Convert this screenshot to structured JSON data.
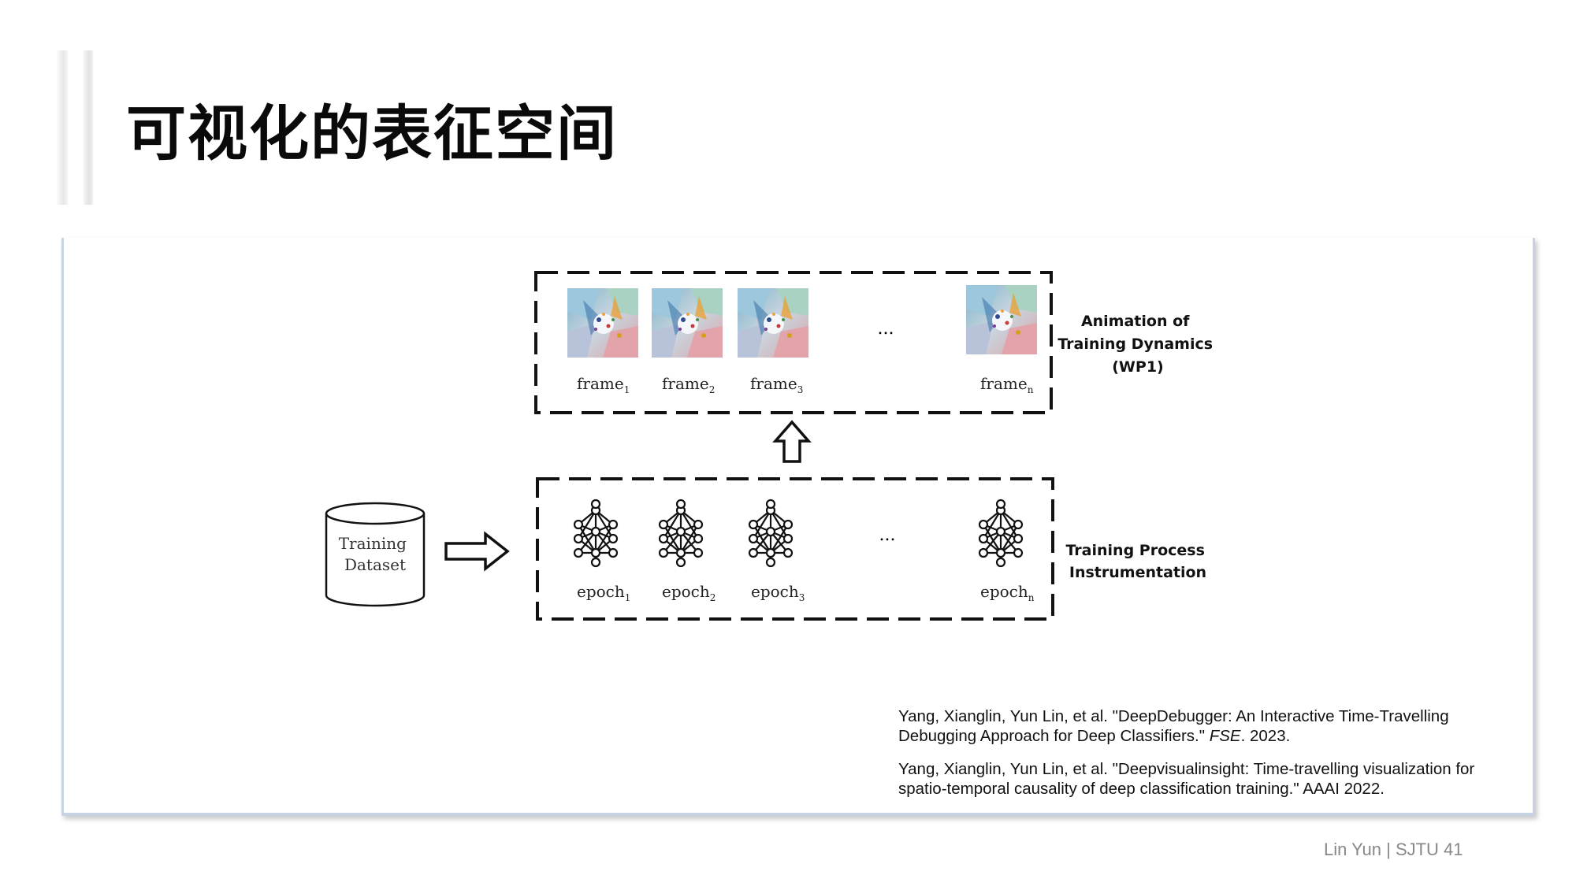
{
  "slide": {
    "title": "可视化的表征空间",
    "footer": "Lin Yun | SJTU 41"
  },
  "diagram": {
    "dataset_label": [
      "Training",
      "Dataset"
    ],
    "ellipsis": "...",
    "animation_label": [
      "Animation of",
      "Training Dynamics",
      "(WP1)"
    ],
    "instrumentation_label": [
      "Training Process",
      "Instrumentation"
    ],
    "frames": [
      {
        "name": "frame",
        "sub": "1"
      },
      {
        "name": "frame",
        "sub": "2"
      },
      {
        "name": "frame",
        "sub": "3"
      },
      {
        "name": "frame",
        "sub": "n"
      }
    ],
    "epochs": [
      {
        "name": "epoch",
        "sub": "1"
      },
      {
        "name": "epoch",
        "sub": "2"
      },
      {
        "name": "epoch",
        "sub": "3"
      },
      {
        "name": "epoch",
        "sub": "n"
      }
    ]
  },
  "references": {
    "ref1": {
      "text_a": "Yang, Xianglin, Yun Lin, et al. \"DeepDebugger: An Interactive Time-Travelling Debugging Approach for Deep Classifiers.\" ",
      "venue": "FSE",
      "text_b": ". 2023."
    },
    "ref2": {
      "text": "Yang, Xianglin, Yun Lin, et al. \"Deepvisualinsight: Time-travelling visualization for spatio-temporal causality of deep classification training.\" AAAI 2022."
    }
  },
  "colors": {
    "panel_border": "#c7d3e4",
    "footer_text": "#888888"
  }
}
